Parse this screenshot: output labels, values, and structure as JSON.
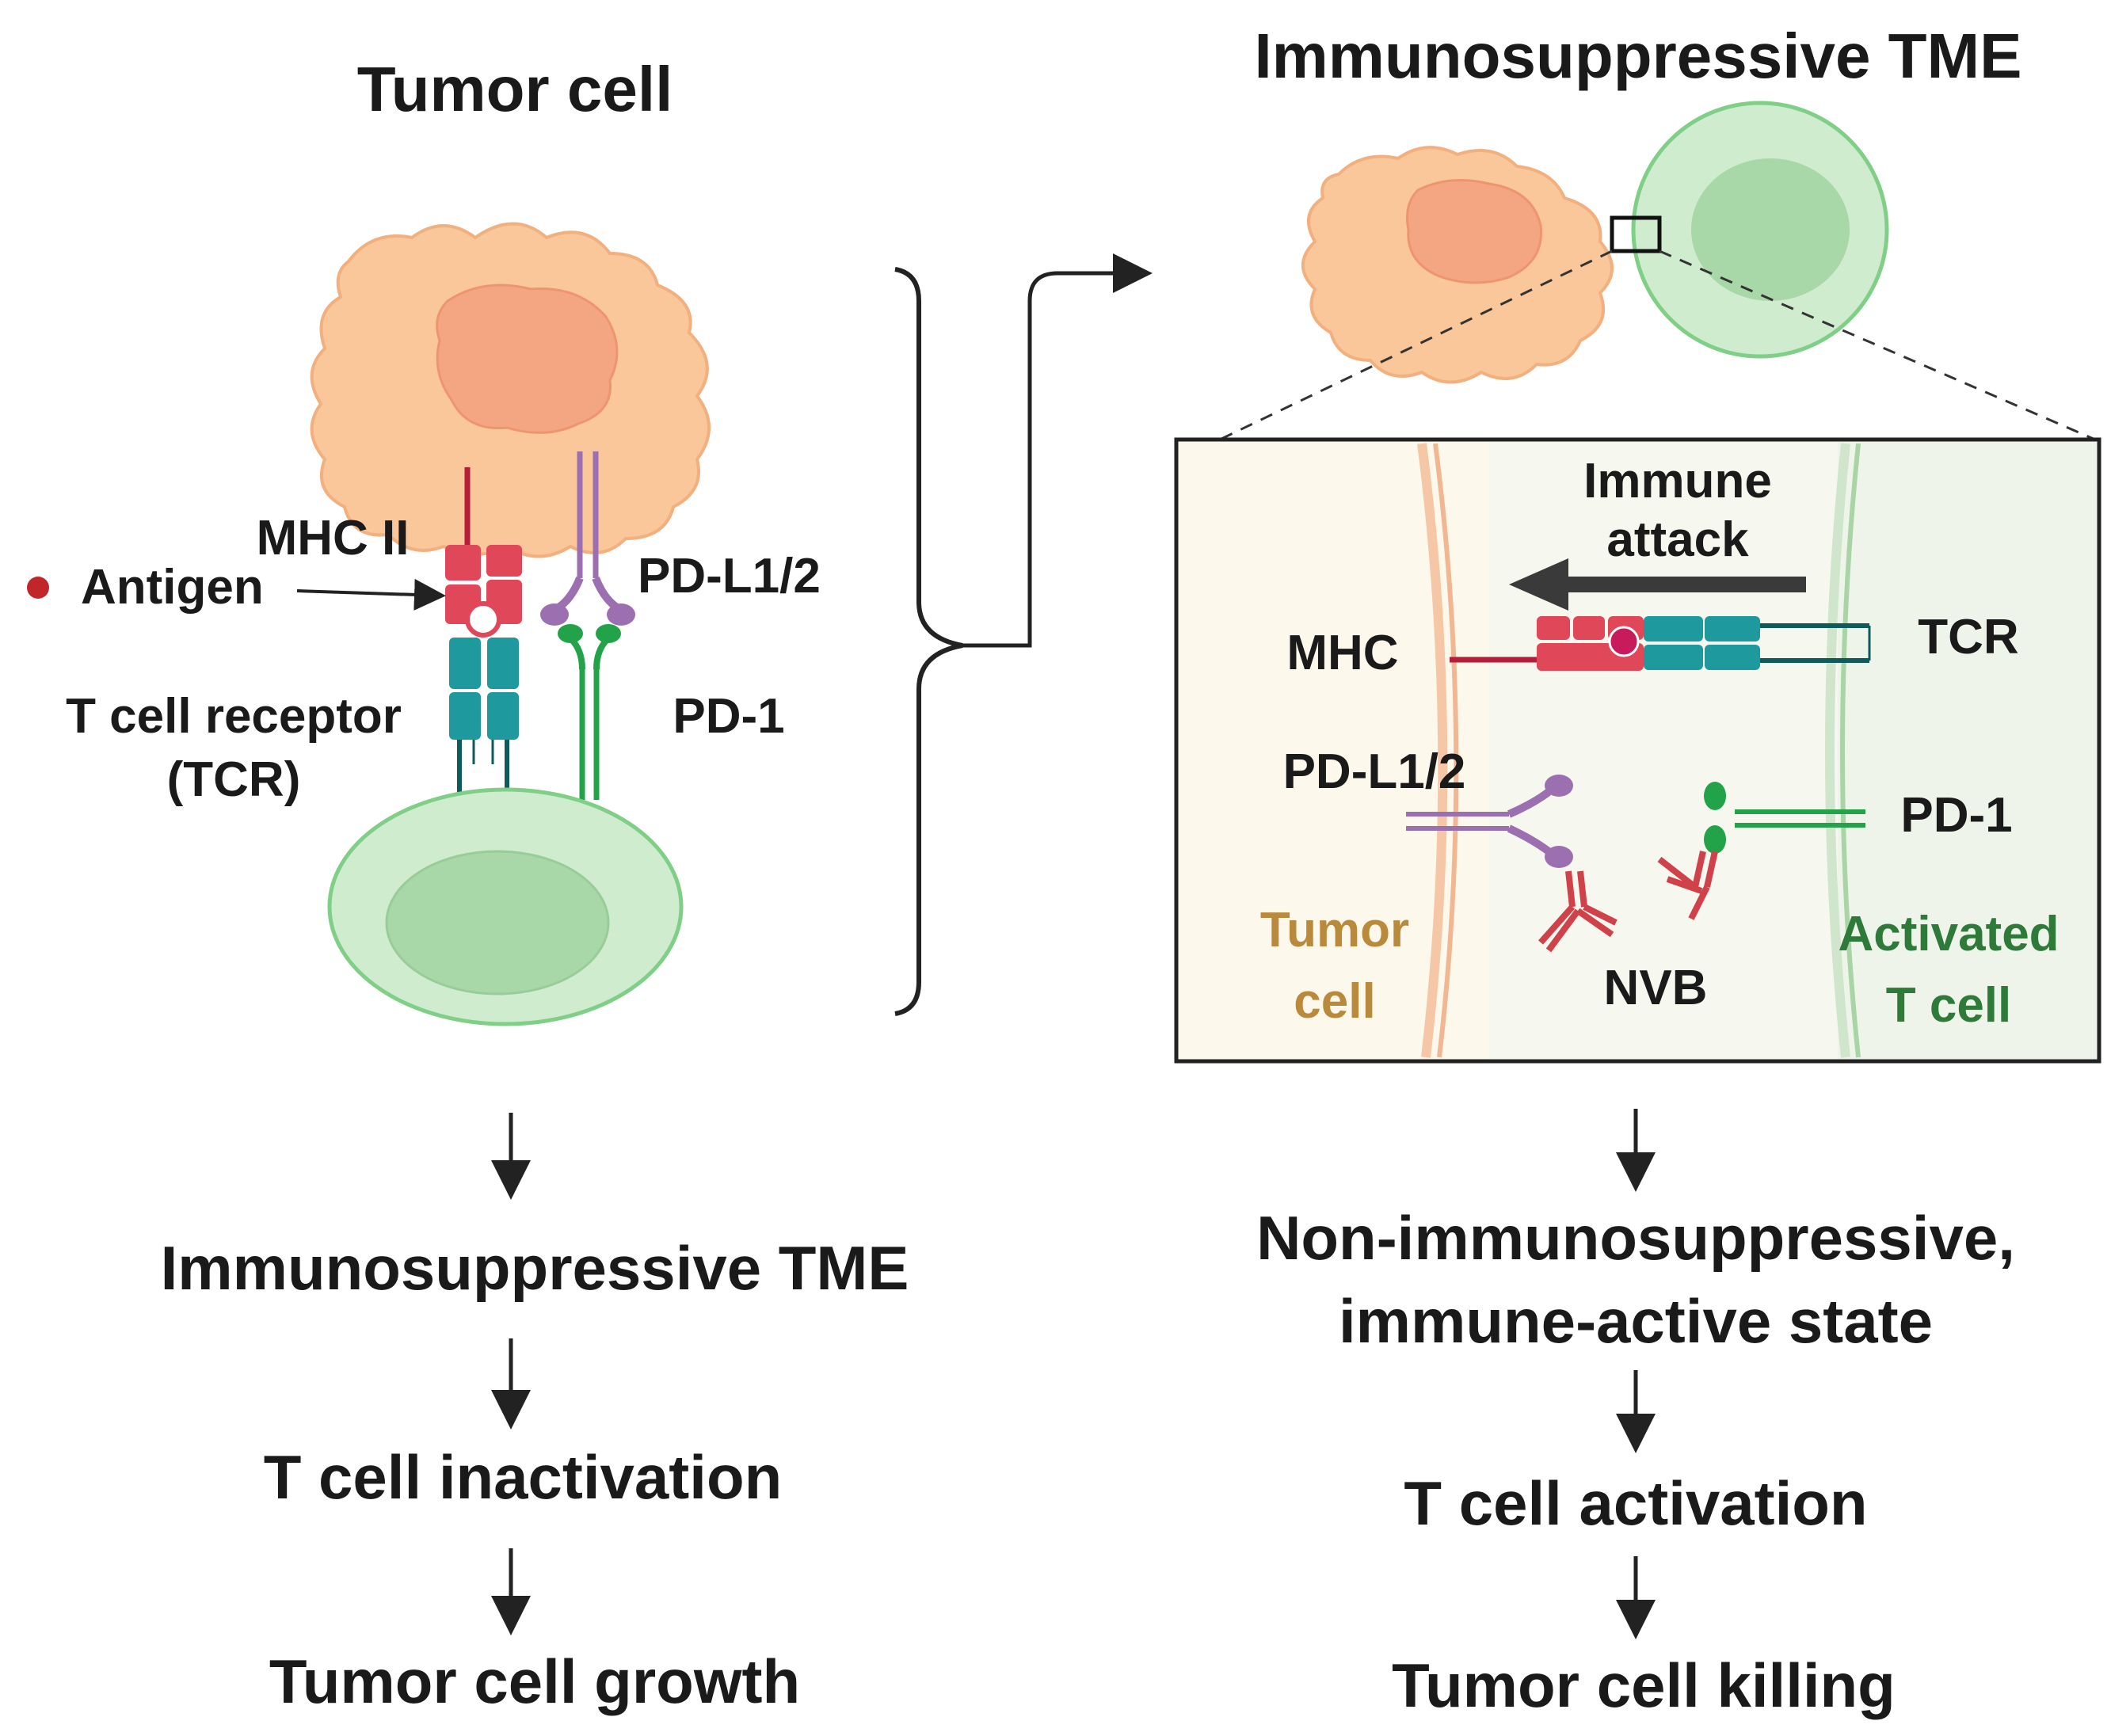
{
  "colors": {
    "tumor_fill": "#f9c79a",
    "tumor_nucleus": "#f4a582",
    "tcell_fill": "#cfeccf",
    "tcell_nucleus": "#a8d8a8",
    "mhc": "#e0485a",
    "tcr": "#1e9a9e",
    "pdl": "#9b6fb0",
    "pd1": "#22a34a",
    "antibody": "#d0424a",
    "tumor_label": "#b98a3c",
    "tcell_label": "#2e7a38"
  },
  "left": {
    "title": "Tumor cell",
    "mhc_label": "MHC II",
    "antigen_label": "Antigen",
    "pdl_label": "PD-L1/2",
    "tcr_label_line1": "T cell receptor",
    "tcr_label_line2": "(TCR)",
    "pd1_label": "PD-1",
    "flow": [
      "Immunosuppressive TME",
      "T cell inactivation",
      "Tumor cell growth"
    ]
  },
  "right": {
    "title": "Immunosuppressive TME",
    "zoom": {
      "attack_line1": "Immune",
      "attack_line2": "attack",
      "mhc_label": "MHC",
      "tcr_label": "TCR",
      "pdl_label": "PD-L1/2",
      "pd1_label": "PD-1",
      "tumor_line1": "Tumor",
      "tumor_line2": "cell",
      "tcell_line1": "Activated",
      "tcell_line2": "T cell",
      "nvb_label": "NVB"
    },
    "flow": [
      "Non-immunosuppressive,",
      "immune-active state",
      "T cell activation",
      "Tumor cell killing"
    ]
  }
}
